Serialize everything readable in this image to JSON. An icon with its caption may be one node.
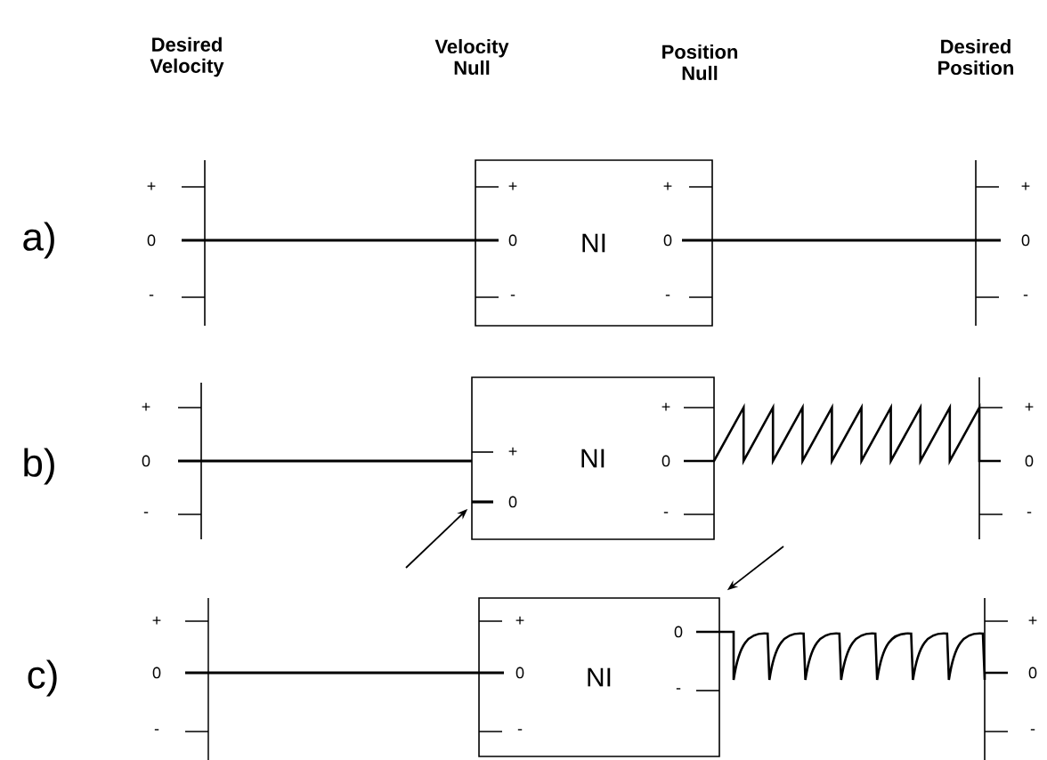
{
  "diagram": {
    "nodes": [
      {
        "text": [
          "NI"
        ]
      },
      {
        "text": [
          "NI"
        ]
      },
      {
        "text": [
          "NI"
        ]
      }
    ],
    "edges": [
      {
        "from": null,
        "to": 1,
        "arrow": "to"
      },
      {
        "from": null,
        "to": 2,
        "arrow": "to"
      }
    ],
    "labels": [
      "Desired Velocity",
      "Velocity Null",
      "Position Null",
      "Desired Position",
      "a)",
      "+",
      "0",
      "-",
      "+",
      "0",
      "-",
      "+",
      "0",
      "-",
      "+",
      "0",
      "-",
      "b)",
      "+",
      "0",
      "-",
      "+",
      "0",
      "+",
      "0",
      "-",
      "+",
      "0",
      "-",
      "c)",
      "+",
      "0",
      "-",
      "+",
      "0",
      "-",
      "0",
      "-",
      "+",
      "0",
      "-"
    ]
  }
}
